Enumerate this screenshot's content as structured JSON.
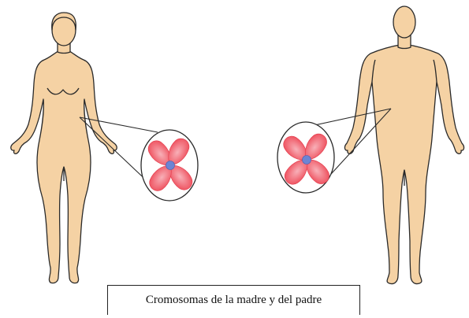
{
  "caption": "Cromosomas de la madre y del padre",
  "colors": {
    "skin": "#f5d2a4",
    "outline": "#2a2a2a",
    "chromosome": "#ee4a58",
    "chromosome_highlight": "#f8b0b8",
    "centromere": "#6c84d4"
  },
  "figures": [
    {
      "name": "female-figure",
      "sex": "female"
    },
    {
      "name": "male-figure",
      "sex": "male"
    }
  ]
}
